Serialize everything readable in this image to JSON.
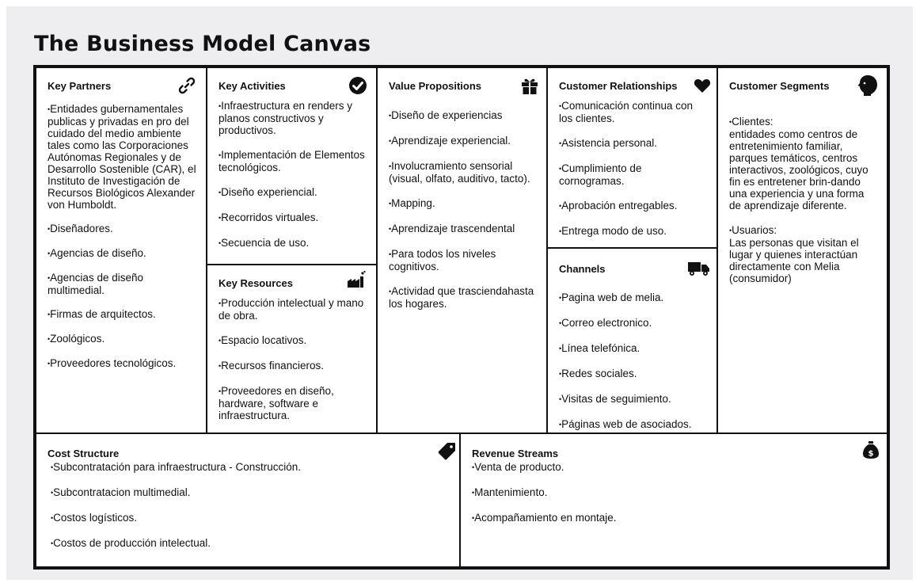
{
  "title": "The Business Model Canvas",
  "blocks": {
    "key_partners": {
      "heading": "Key Partners",
      "icon": "link-icon",
      "items": [
        "Entidades gubernamentales publicas y privadas  en pro del cuidado del medio ambiente tales como  las Corporaciones Autónomas Regionales y de Desarrollo Sostenible (CAR), el Instituto de Investigación de Recursos Biológicos Alexander von Humboldt.",
        "Diseñadores.",
        "Agencias de diseño.",
        "Agencias de diseño multimedial.",
        "Firmas de arquitectos.",
        "Zoológicos.",
        "Proveedores tecnológicos."
      ]
    },
    "key_activities": {
      "heading": "Key Activities",
      "icon": "check-circle-icon",
      "items": [
        "Infraestructura en renders y planos constructivos y productivos.",
        "Implementación de Elementos tecnológicos.",
        "Diseño experiencial.",
        "Recorridos virtuales.",
        "Secuencia de uso."
      ]
    },
    "key_resources": {
      "heading": "Key Resources",
      "icon": "factory-icon",
      "items": [
        "Producción intelectual y mano de obra.",
        "Espacio locativos.",
        "Recursos financieros.",
        "Proveedores en diseño, hardware, software e infraestructura."
      ]
    },
    "value_propositions": {
      "heading": "Value Propositions",
      "icon": "gift-icon",
      "items": [
        "Diseño de experiencias",
        "Aprendizaje experiencial.",
        "Involucramiento sensorial (visual, olfato, auditivo, tacto).",
        "Mapping.",
        "Aprendizaje trascendental",
        "Para todos los niveles cognitivos.",
        "Actividad que trasciendahasta los hogares."
      ]
    },
    "customer_relationships": {
      "heading": "Customer Relationships",
      "icon": "heart-icon",
      "items": [
        "Comunicación continua con los clientes.",
        "Asistencia personal.",
        "Cumplimiento de cornogramas.",
        "Aprobación entregables.",
        "Entrega modo de uso."
      ]
    },
    "channels": {
      "heading": "Channels",
      "icon": "truck-icon",
      "items": [
        "Pagina web de melia.",
        "Correo electronico.",
        "Línea telefónica.",
        "Redes sociales.",
        "Visitas de seguimiento.",
        "Páginas web de asociados."
      ]
    },
    "customer_segments": {
      "heading": "Customer Segments",
      "icon": "person-head-icon",
      "items": [
        "Clientes:\nentidades como centros de entretenimiento familiar, parques temáticos, centros interactivos, zoológicos, cuyo fin es entretener brin-dando una experiencia y una forma de aprendizaje diferente.",
        "Usuarios:\nLas personas que visitan el lugar y quienes interactúan directamente con Melia (consumidor)"
      ]
    },
    "cost_structure": {
      "heading": "Cost Structure",
      "icon": "price-tag-icon",
      "items": [
        "Subcontratación para infraestructura - Construcción.",
        "Subcontratacion multimedial.",
        "Costos logísticos.",
        "Costos de producción intelectual."
      ]
    },
    "revenue_streams": {
      "heading": "Revenue Streams",
      "icon": "money-bag-icon",
      "items": [
        "Venta de producto.",
        "Mantenimiento.",
        "Acompañamiento en montaje."
      ]
    }
  }
}
